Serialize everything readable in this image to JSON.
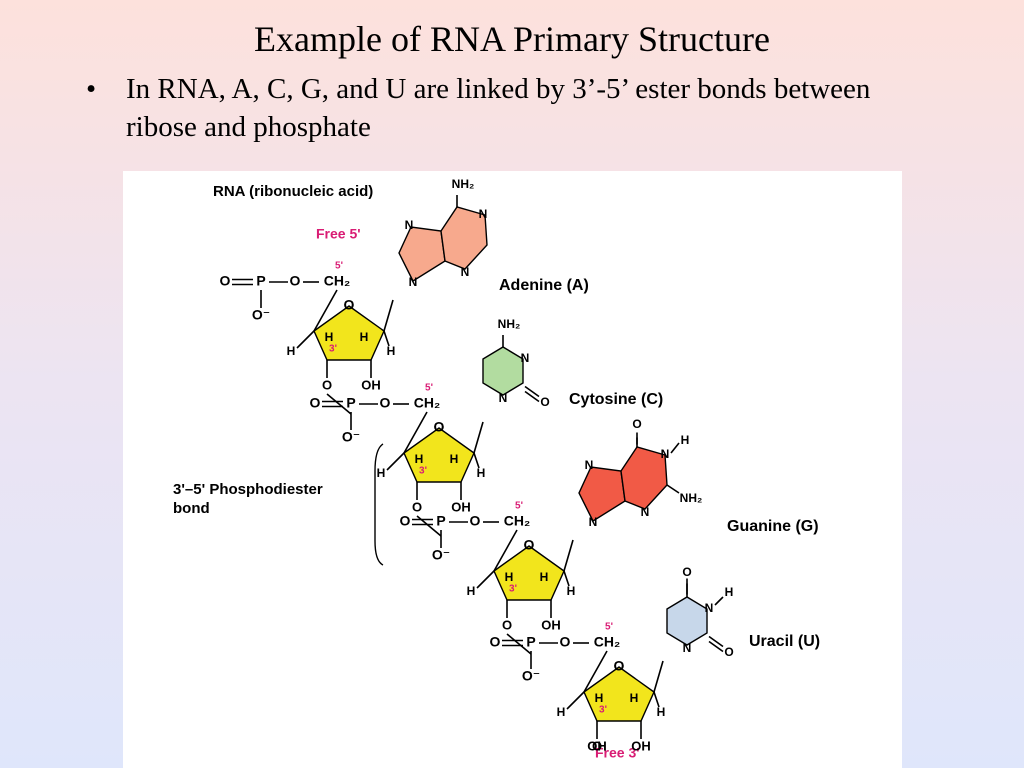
{
  "slide": {
    "title": "Example of RNA Primary Structure",
    "bullet": "In RNA, A, C, G, and U are linked by 3’-5’ ester bonds between ribose and phosphate",
    "bullet_symbol": "•"
  },
  "figure": {
    "heading": "RNA (ribonucleic acid)",
    "free5": "Free 5'",
    "free3": "Free 3'",
    "bond_label_line1": "3'–5' Phosphodiester",
    "bond_label_line2": "bond",
    "bases": {
      "adenine": "Adenine (A)",
      "cytosine": "Cytosine (C)",
      "guanine": "Guanine (G)",
      "uracil": "Uracil (U)"
    },
    "atoms": {
      "O": "O",
      "O_minus": "O⁻",
      "P": "P",
      "H": "H",
      "OH": "OH",
      "N": "N",
      "CH2": "CH₂",
      "NH2": "NH₂",
      "c5": "5'",
      "c3": "3'"
    },
    "colors": {
      "ribose": "#f2e51c",
      "adenine": "#f7a98d",
      "cytosine": "#b2dca0",
      "guanine": "#f15a46",
      "uracil": "#c7d7ea",
      "label_accent": "#d91c74"
    }
  }
}
